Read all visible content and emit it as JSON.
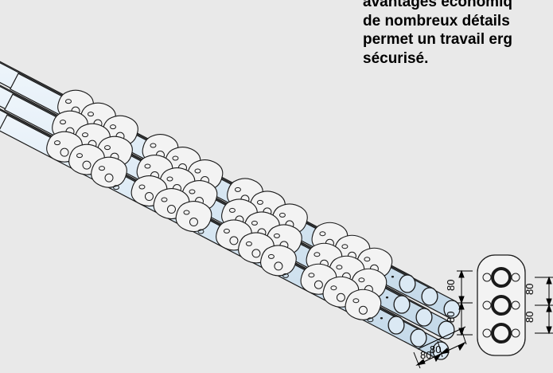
{
  "caption": {
    "lines": [
      "avantages économiq",
      "de nombreux détails",
      "permet un travail erg",
      "sécurisé."
    ]
  },
  "dimensions": {
    "vertical_spacing_1": "80",
    "vertical_spacing_2": "80",
    "side_spacing_1": "80",
    "side_spacing_2": "80",
    "horizontal_spacing_1": "80",
    "horizontal_spacing_2": "80"
  },
  "colors": {
    "background": "#e9e9e9",
    "tube_fill": "#dbe9f4",
    "outline": "#1a1a1a",
    "plate_fill": "#f3f3f3"
  }
}
